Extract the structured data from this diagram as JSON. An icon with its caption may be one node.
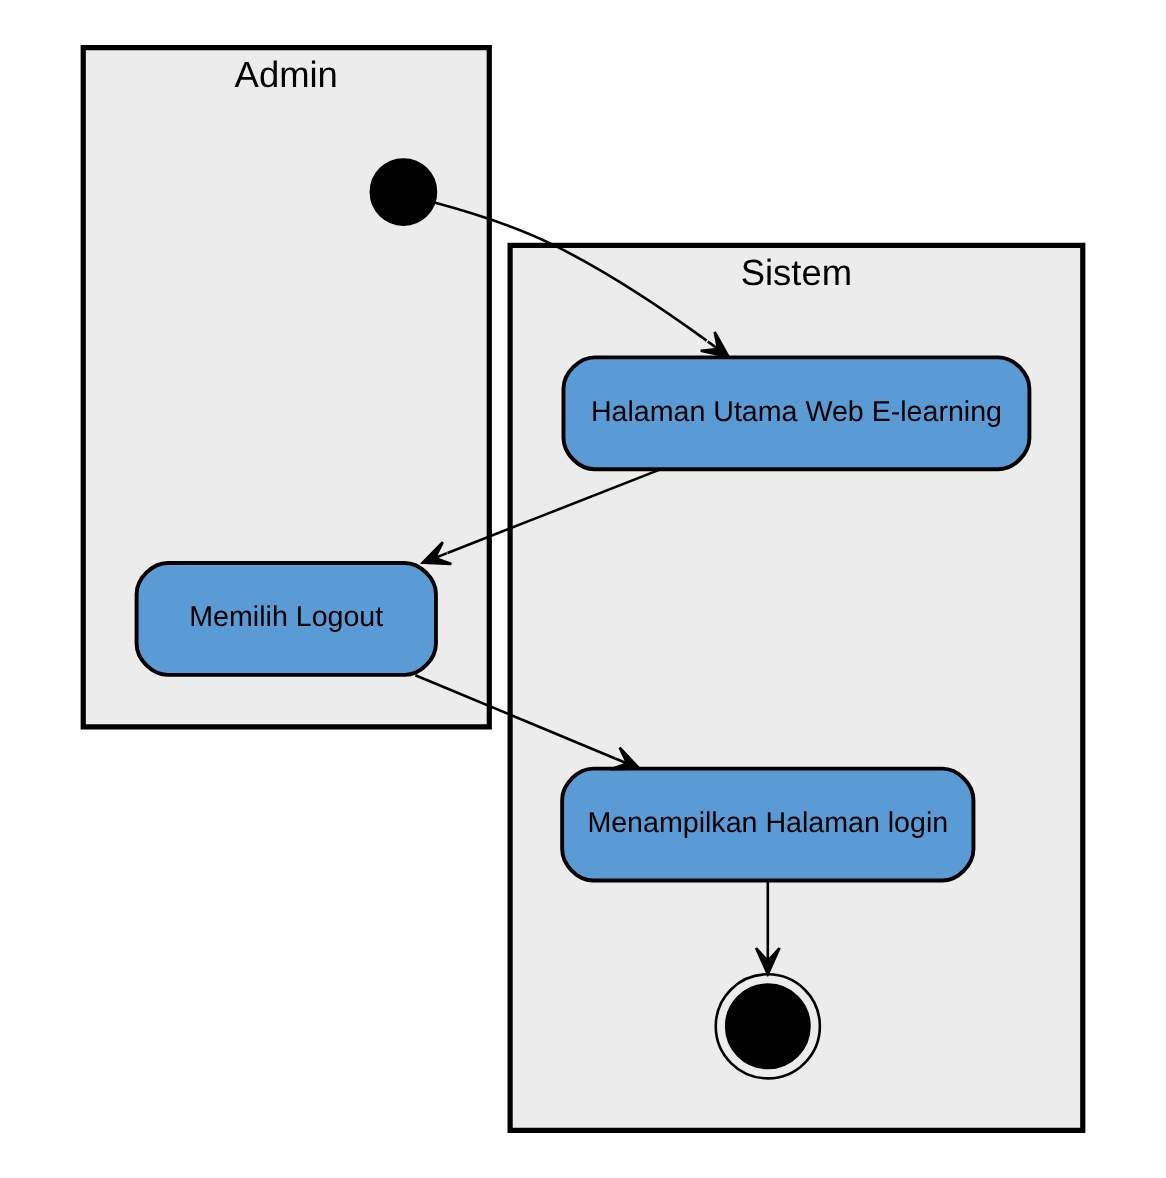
{
  "diagram": {
    "nodes": [
      {
        "text": [
          "Admin"
        ]
      },
      {
        "text": [
          "Sistem"
        ]
      },
      {
        "text": [],
        "shape": "circle",
        "in": 0
      },
      {
        "text": [
          "Halaman Utama Web E-learning"
        ],
        "in": 1
      },
      {
        "text": [
          "Memilih Logout"
        ],
        "in": 0
      },
      {
        "text": [
          "Menampilkan Halaman login"
        ],
        "in": 1
      },
      {
        "text": [],
        "shape": "circle",
        "in": 1
      }
    ],
    "edges": [
      {
        "from": 2,
        "to": 3,
        "arrow": "to"
      },
      {
        "from": 3,
        "to": 4,
        "arrow": "to"
      },
      {
        "from": 4,
        "to": 5,
        "arrow": "to"
      },
      {
        "from": 5,
        "to": 6,
        "arrow": "to"
      }
    ]
  }
}
